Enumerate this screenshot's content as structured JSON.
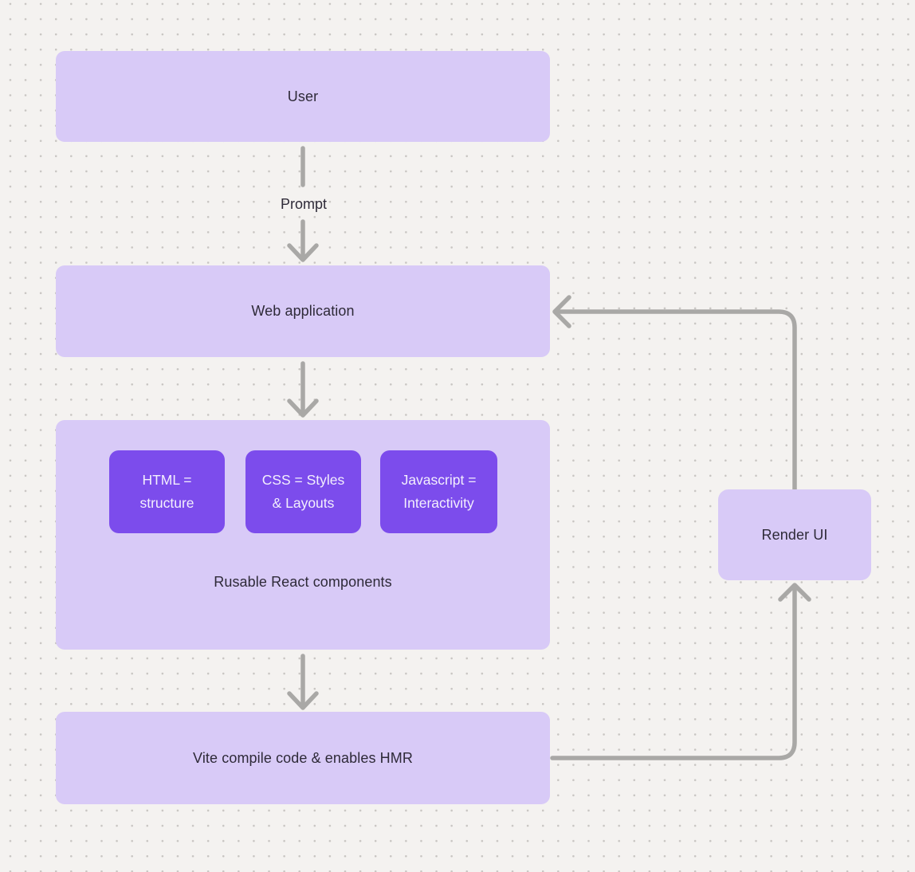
{
  "diagram": {
    "nodes": {
      "user": {
        "label": "User"
      },
      "web_application": {
        "label": "Web application"
      },
      "components": {
        "caption": "Rusable React components",
        "children": [
          {
            "label": "HTML = structure"
          },
          {
            "label": "CSS = Styles & Layouts"
          },
          {
            "label": "Javascript = Interactivity"
          }
        ]
      },
      "vite": {
        "label": "Vite compile code & enables HMR"
      },
      "render_ui": {
        "label": "Render UI"
      }
    },
    "edge_labels": {
      "user_to_web_application": "Prompt"
    },
    "colors": {
      "background": "#f4f2f0",
      "dot_grid": "#c8c5c2",
      "node_fill": "#d8caf7",
      "child_node_fill": "#7c4cec",
      "node_text": "#2e2a38",
      "child_node_text": "#f3effd",
      "connector": "#a9a8a6"
    }
  }
}
